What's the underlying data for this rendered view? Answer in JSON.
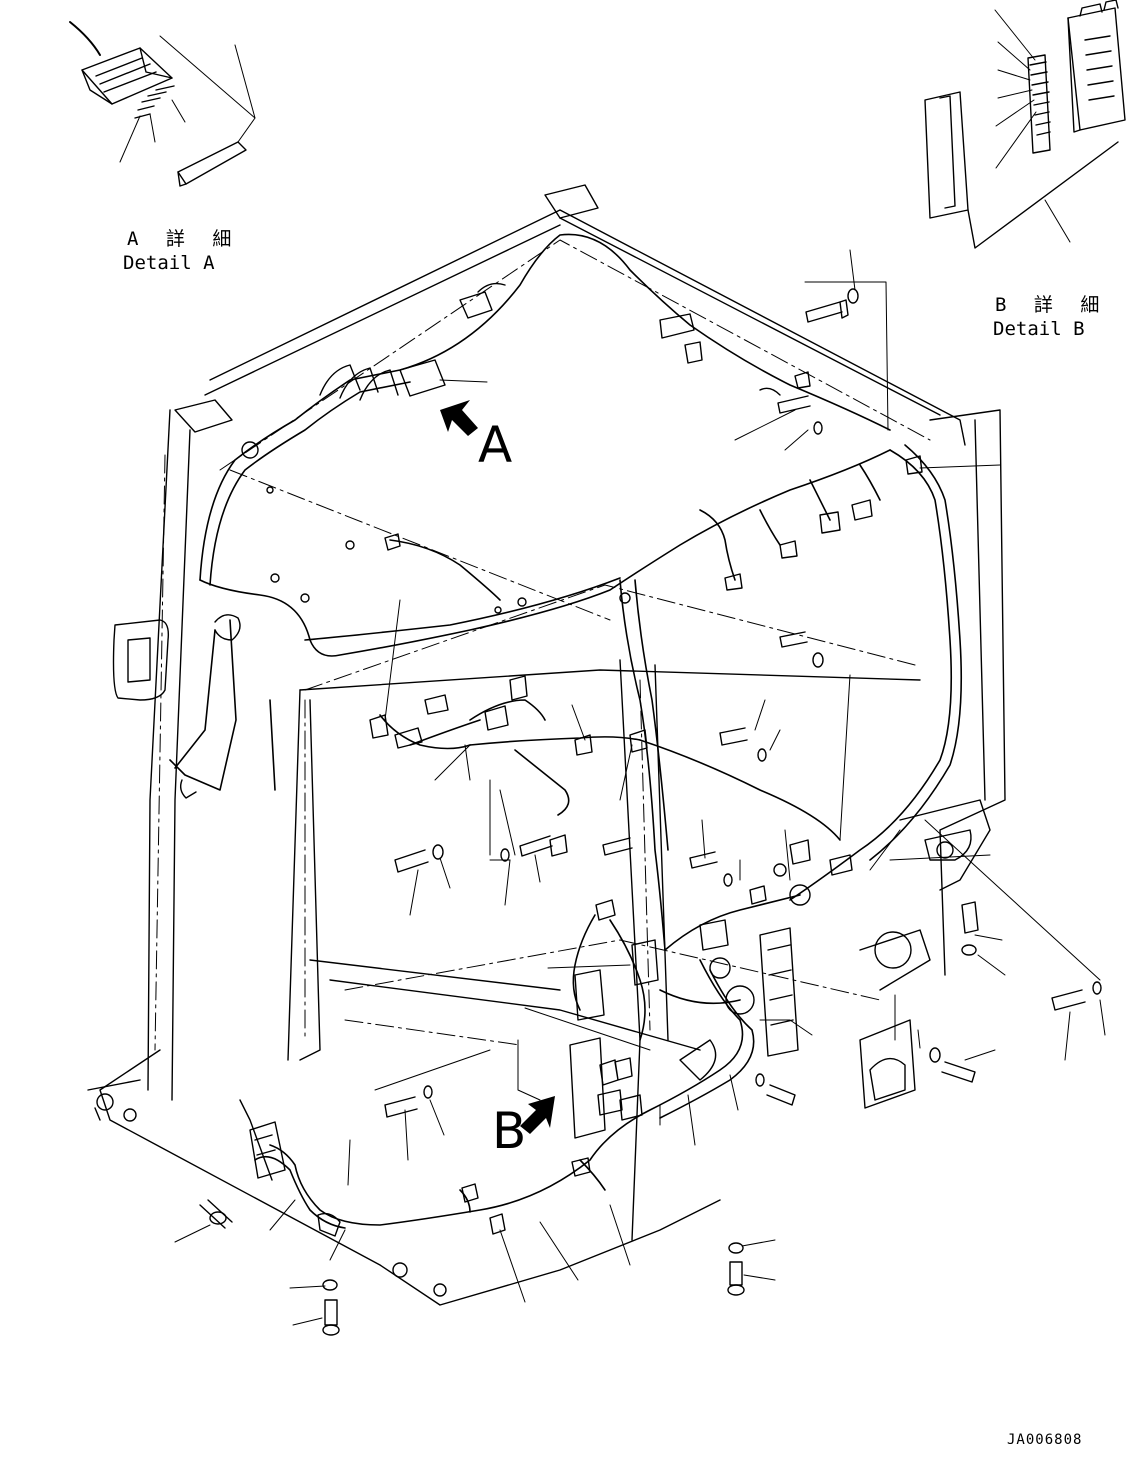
{
  "labels": {
    "detail_a_jp": "A 詳 細",
    "detail_a_en": "Detail A",
    "detail_b_jp": "B 詳 細",
    "detail_b_en": "Detail B",
    "view_a": "A",
    "view_b": "B",
    "drawing_code": "JA006808"
  },
  "colors": {
    "line": "#000000",
    "background": "#ffffff"
  }
}
